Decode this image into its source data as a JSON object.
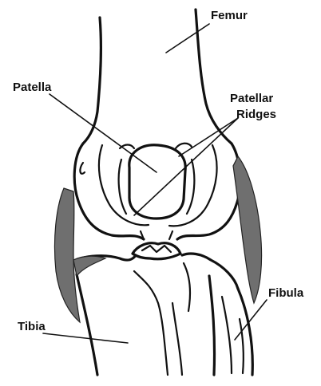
{
  "labels": {
    "femur": "Femur",
    "patella": "Patella",
    "patellar_ridges_line1": "Patellar",
    "patellar_ridges_line2": "Ridges",
    "tibia": "Tibia",
    "fibula": "Fibula"
  },
  "colors": {
    "ink": "#111111",
    "shading": "#6f6f6f",
    "background": "#ffffff"
  }
}
